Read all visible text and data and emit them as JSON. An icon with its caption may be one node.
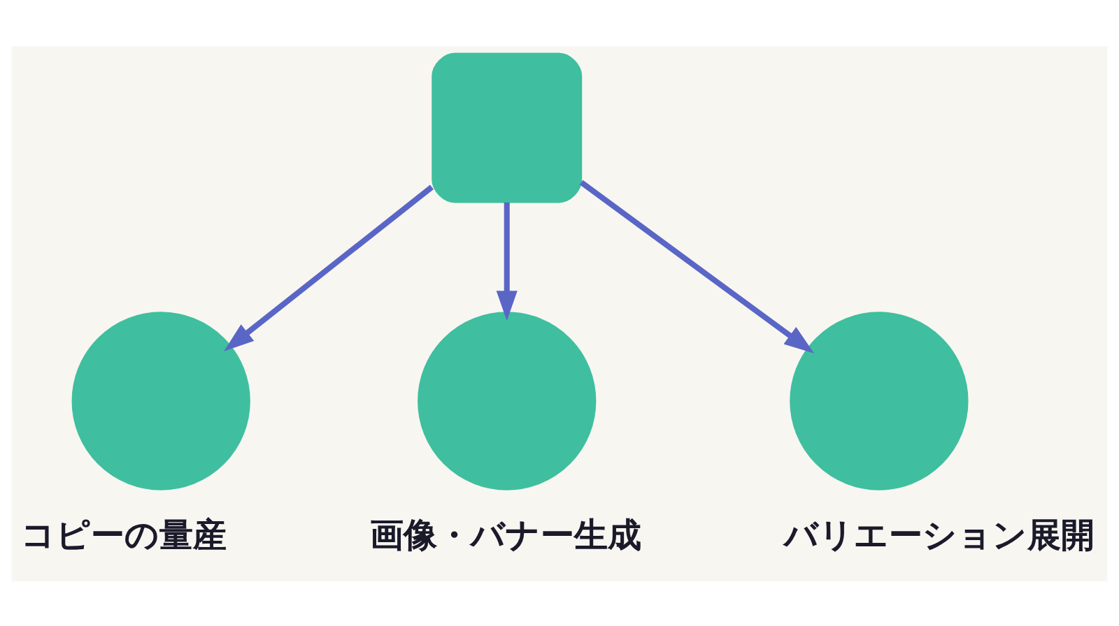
{
  "diagram": {
    "nodes": [
      {
        "text": [],
        "shape": "box"
      },
      {
        "text": [],
        "shape": "circle",
        "beside": [
          "コピーの量産"
        ]
      },
      {
        "text": [],
        "shape": "circle",
        "beside": [
          "画像・バナー生成"
        ]
      },
      {
        "text": [],
        "shape": "circle",
        "beside": [
          "バリエーション展開"
        ]
      }
    ],
    "edges": [
      {
        "from": 0,
        "to": 1,
        "arrow": "to"
      },
      {
        "from": 0,
        "to": 2,
        "arrow": "to"
      },
      {
        "from": 0,
        "to": 3,
        "arrow": "to"
      }
    ]
  }
}
